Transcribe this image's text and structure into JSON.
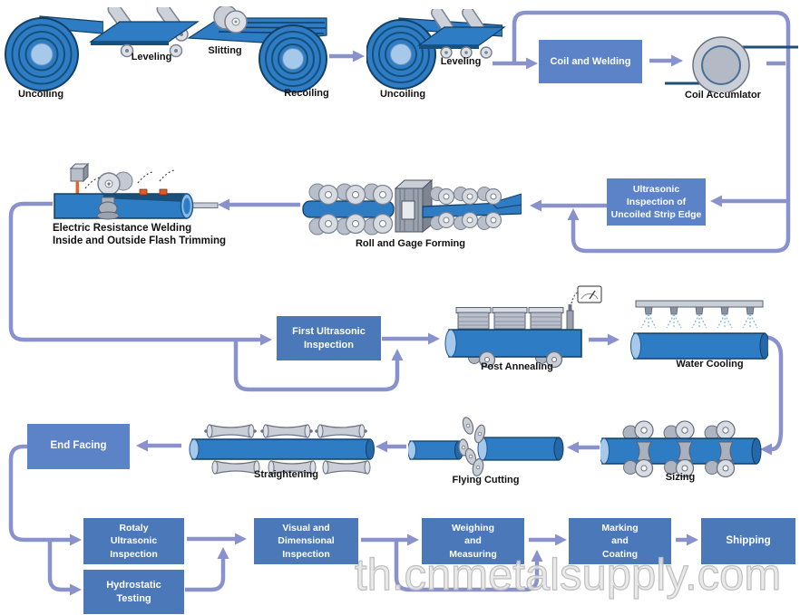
{
  "colors": {
    "connector": "#8A92CD",
    "box_blue_dark": "#4B78B9",
    "box_blue_light": "#5C82C8",
    "pipe_blue": "#2E7CC4",
    "pipe_edge": "#123F63",
    "roller_gray": "#C9CED7",
    "watermark_gray": "#CDCDCD"
  },
  "watermark": {
    "text": "th.cnmetalsupply.com"
  },
  "icon_labels": {
    "uncoiling_1": "Uncoiling",
    "leveling_1": "Leveling",
    "slitting": "Slitting",
    "recoiling": "Recoiling",
    "uncoiling_2": "Uncoiling",
    "leveling_2": "Leveling",
    "coil_accumulator": "Coil Accumlator",
    "roll_gage_forming": "Roll and Gage Forming",
    "erw": "Electric Resistance Welding\nInside and Outside Flash Trimming",
    "post_annealing": "Post Annealing",
    "water_cooling": "Water Cooling",
    "sizing": "Sizing",
    "flying_cutting": "Flying Cutting",
    "straightening": "Straightening"
  },
  "process_boxes": {
    "coil_and_welding": "Coil and Welding",
    "ultrasonic_strip_edge": "Ultrasonic\nInspection of\nUncoiled Strip Edge",
    "first_ultrasonic": "First Ultrasonic\nInspection",
    "end_facing": "End Facing",
    "rotaly_ultrasonic": "Rotaly\nUltrasonic\nInspection",
    "hydrostatic_testing": "Hydrostatic\nTesting",
    "visual_dimensional": "Visual and\nDimensional\nInspection",
    "weighing_measuring": "Weighing\nand\nMeasuring",
    "marking_coating": "Marking\nand\nCoating",
    "shipping": "Shipping"
  }
}
